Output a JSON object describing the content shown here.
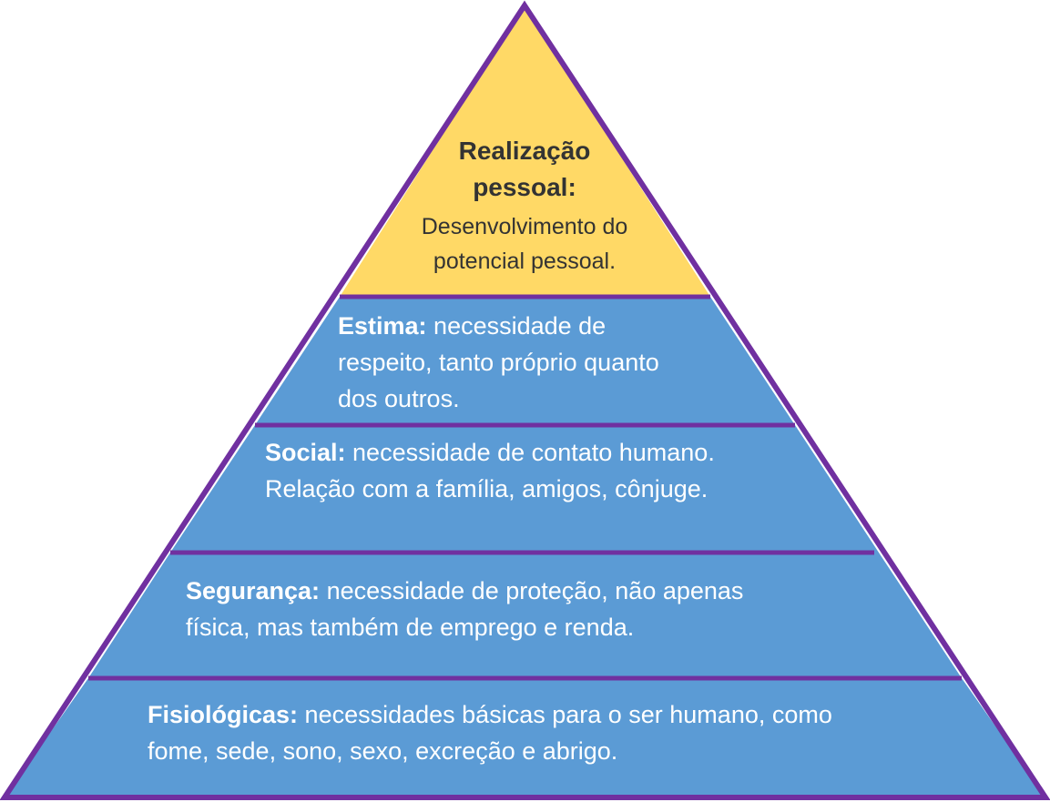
{
  "colors": {
    "outline": "#7030a0",
    "top_fill": "#ffd966",
    "tier_fill": "#5b9bd5",
    "top_text": "#333333",
    "tier_text": "#ffffff"
  },
  "levels": {
    "realizacao": {
      "title_line1": "Realização",
      "title_line2": "pessoal:",
      "desc_line1": "Desenvolvimento do",
      "desc_line2": "potencial pessoal."
    },
    "estima": {
      "label": "Estima:",
      "line1": " necessidade de",
      "line2": "respeito, tanto próprio quanto",
      "line3": "dos outros."
    },
    "social": {
      "label": "Social:",
      "line1": " necessidade de contato humano.",
      "line2": "Relação com a família, amigos, cônjuge."
    },
    "seguranca": {
      "label": "Segurança:",
      "line1": " necessidade de proteção, não apenas",
      "line2": "física, mas também de emprego e renda."
    },
    "fisiologicas": {
      "label": "Fisiológicas:",
      "line1": " necessidades básicas para o ser humano, como",
      "line2": "fome, sede,  sono, sexo, excreção e abrigo."
    }
  }
}
